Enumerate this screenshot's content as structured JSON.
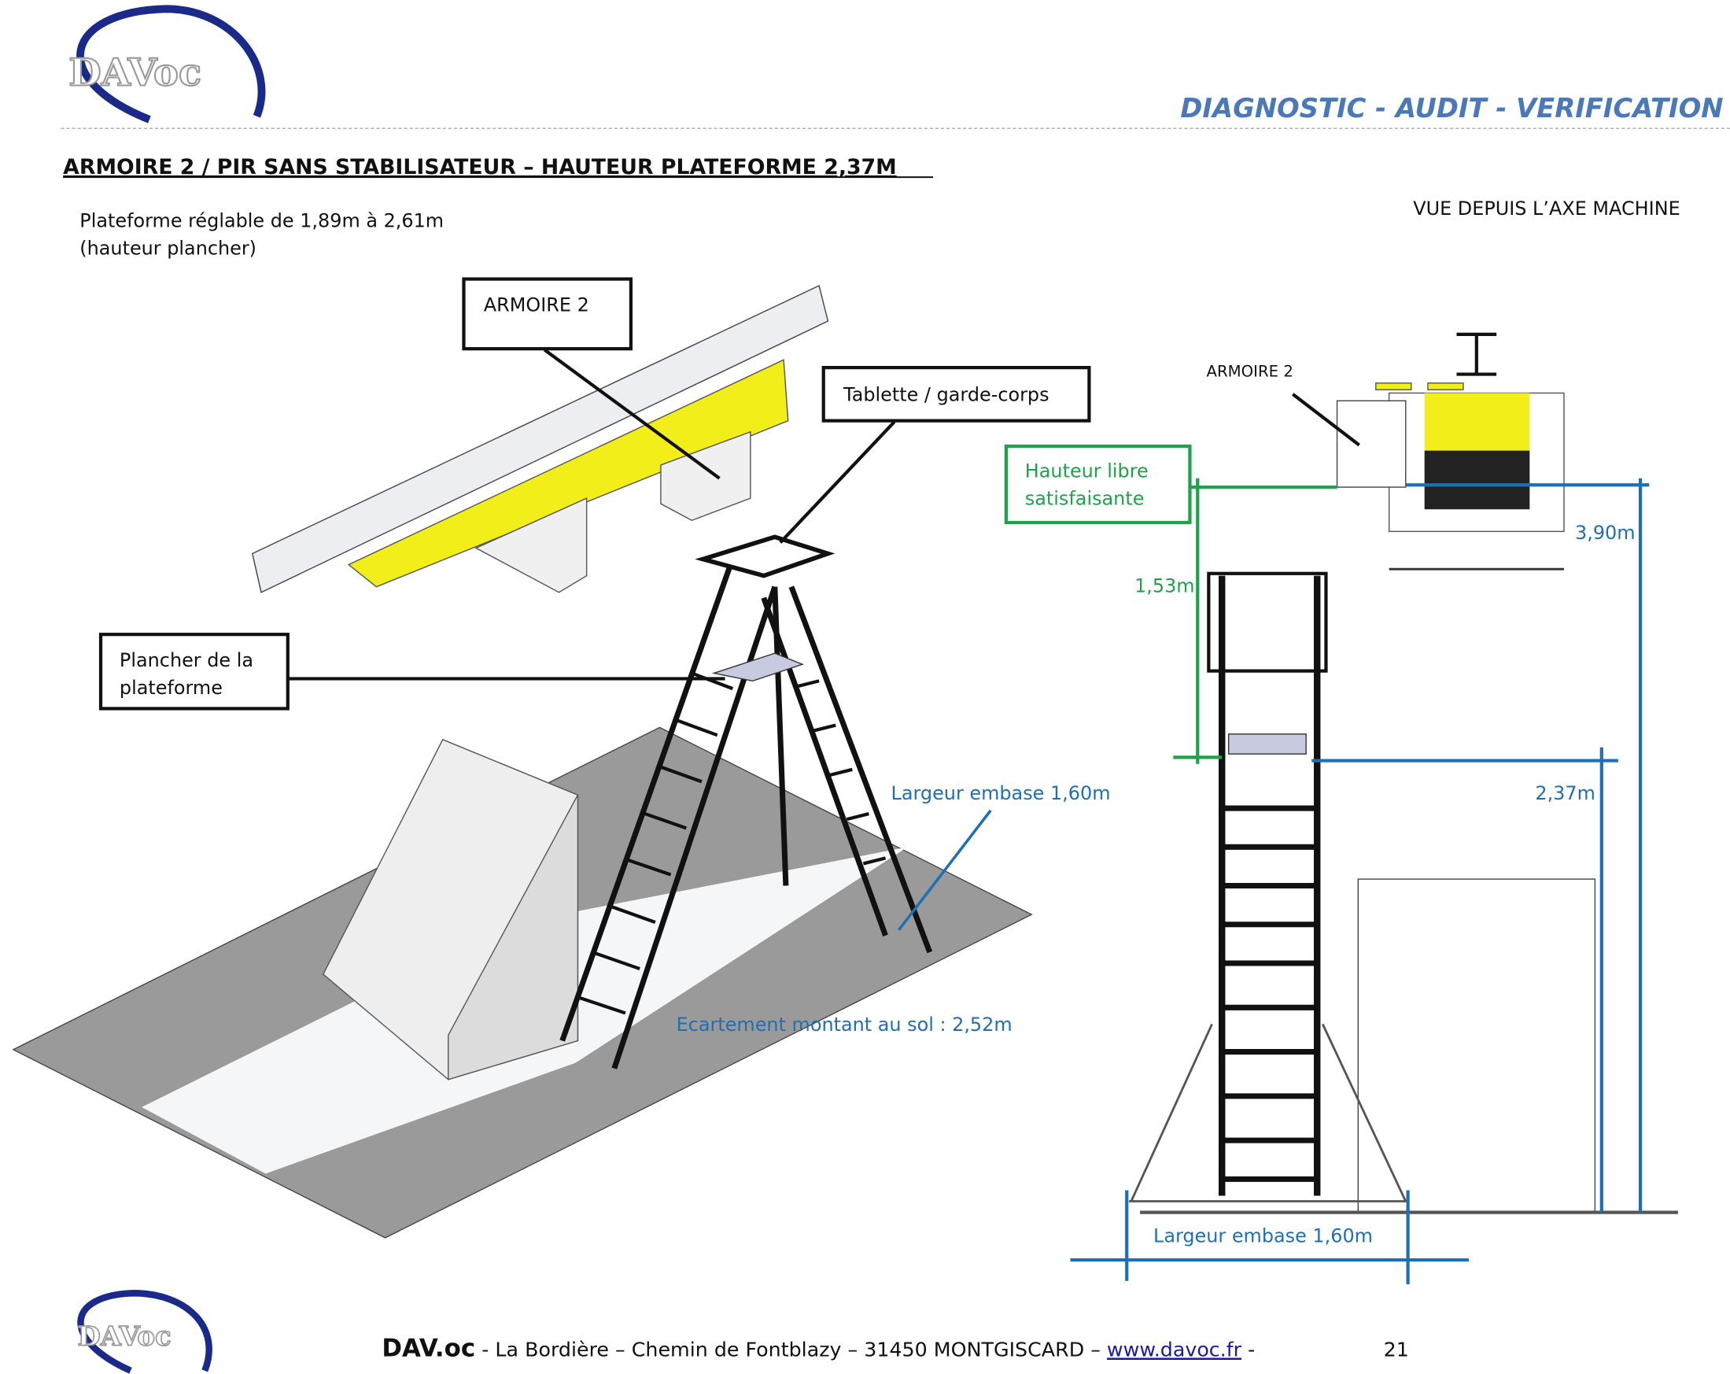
{
  "header": {
    "logo_text": "DAVoc",
    "tagline": "DIAGNOSTIC - AUDIT - VERIFICATION"
  },
  "title": "ARMOIRE 2 / PIR SANS STABILISATEUR – HAUTEUR PLATEFORME 2,37M",
  "note": {
    "line1": "Plateforme réglable de 1,89m à 2,61m",
    "line2": "(hauteur plancher)"
  },
  "side_view_title": "VUE DEPUIS L’AXE MACHINE",
  "iso_view": {
    "callout_armoire": "ARMOIRE 2",
    "callout_tablette": "Tablette / garde-corps",
    "callout_plancher_line1": "Plancher de la",
    "callout_plancher_line2": "plateforme",
    "largeur_embase": "Largeur embase 1,60m",
    "ecartement": "Ecartement montant au sol : 2,52m"
  },
  "side_view": {
    "armoire_label": "ARMOIRE 2",
    "hauteur_libre_line1": "Hauteur libre",
    "hauteur_libre_line2": "satisfaisante",
    "dim_153": "1,53m",
    "dim_390": "3,90m",
    "dim_237": "2,37m",
    "largeur_embase": "Largeur embase 1,60m"
  },
  "footer": {
    "logo_text": "DAVoc",
    "brand": "DAV.oc",
    "address": " - La Bordière – Chemin de Fontblazy – 31450 MONTGISCARD – ",
    "link": "www.davoc.fr",
    "sep": " -",
    "page_number": "21"
  },
  "colors": {
    "blue": "#1f6fb5",
    "green": "#1ea34a",
    "yellow": "#f2ee1a",
    "tagline": "#4a78b8"
  }
}
